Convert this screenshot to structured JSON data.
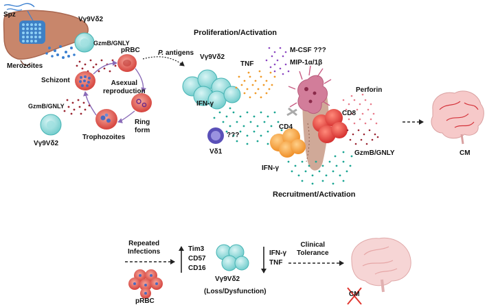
{
  "labels": {
    "spz": "Spz",
    "merozoites": "Merozoites",
    "vg9vd2_top": "Vγ9Vδ2",
    "gzmb_top": "GzmB/GNLY",
    "prbc": "pRBC",
    "schizont": "Schizont",
    "asexual_reproduction": "Asexual\nreproduction",
    "gzmb_left": "GzmB/GNLY",
    "ring_form": "Ring\nform",
    "trophozoites": "Trophozoites",
    "vg9vd2_left": "Vγ9Vδ2",
    "p_antigens_italic": "P.",
    "p_antigens_rest": " antigens",
    "proliferation": "Proliferation/Activation",
    "vg9vd2_cluster": "Vγ9Vδ2",
    "tnf": "TNF",
    "mcsf": "M-CSF ???",
    "mip": "MIP-1α/1β",
    "ifng_top": "IFN-γ",
    "perforin": "Perforin",
    "cd8": "CD8",
    "cd4": "CD4",
    "vd1": "Vδ1",
    "vd1_q": "???",
    "ifng_bottom": "IFN-γ",
    "gzmb_right": "GzmB/GNLY",
    "cm": "CM",
    "recruitment": "Recruitment/Activation",
    "repeated_infections": "Repeated\nInfections",
    "prbc_bottom": "pRBC",
    "tim3": "Tim3",
    "cd57": "CD57",
    "cd16": "CD16",
    "vg9vd2_bottom": "Vγ9Vδ2",
    "loss": "(Loss/Dysfunction)",
    "ifng_down": "IFN-γ",
    "tnf_down": "TNF",
    "clinical_tolerance": "Clinical\nTolerance",
    "cm_crossed": "CM"
  },
  "colors": {
    "liver": "#c8866b",
    "liver_dark": "#a8664f",
    "schizont_blue": "#3f8fd8",
    "gd_cell": "#7fd6d6",
    "gd_cell_dark": "#3fb0b0",
    "rbc": "#d9453f",
    "rbc_light": "#f08a80",
    "maroon_dots": "#9a2330",
    "teal_dots": "#1aa593",
    "orange_dots": "#f09a2a",
    "purple_dots": "#8a45c0",
    "pink_dots": "#e87a8a",
    "cd8_red": "#e23a3a",
    "cd4_orange": "#f5a23a",
    "vd1_purple": "#5a50b8",
    "endothelium": "#d27d9a",
    "vessel": "#b88a78",
    "brain": "#f6c9c9",
    "brain_vessel": "#d4323a",
    "arrow_purple": "#8a6bb8",
    "cross_red": "#e0352e"
  }
}
